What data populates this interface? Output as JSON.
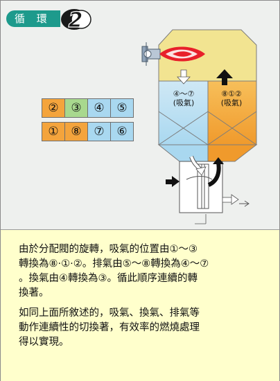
{
  "header": {
    "title": "循 環",
    "step_number": "2"
  },
  "valve_grid": {
    "cells": [
      {
        "label": "②",
        "color": "#f4a43c"
      },
      {
        "label": "③",
        "color": "#a8d88e"
      },
      {
        "label": "④",
        "color": "#a9d8f0"
      },
      {
        "label": "⑤",
        "color": "#a9d8f0"
      },
      {
        "label": "①",
        "color": "#f4a43c"
      },
      {
        "label": "⑧",
        "color": "#f4a43c"
      },
      {
        "label": "⑦",
        "color": "#a9d8f0"
      },
      {
        "label": "⑥",
        "color": "#a9d8f0"
      }
    ]
  },
  "diagram": {
    "left_label_top": "④〜⑦",
    "left_label_bottom": "(吸氣)",
    "right_label_top": "⑧①②",
    "right_label_bottom": "(吸氣)",
    "colors": {
      "burner_chamber": "#f2e491",
      "exhaust_side": "#f4a43c",
      "intake_side": "#a9d8f0",
      "flame": "#e8202a",
      "teal": "#1d9a8c"
    }
  },
  "description": {
    "paragraph1": [
      "由於分配閥的旋轉，吸氣的位置由①〜③",
      "轉換為⑧·①·②。排氣由⑤〜⑧轉換為④〜⑦",
      "。換氣由④轉換為③。循此順序連續的轉",
      "換著。"
    ],
    "paragraph2": [
      "如同上面所敘述的，吸氣、換氣、排氣等",
      "動作連續性的切換著，有效率的燃燒處理",
      "得以實現。"
    ]
  }
}
